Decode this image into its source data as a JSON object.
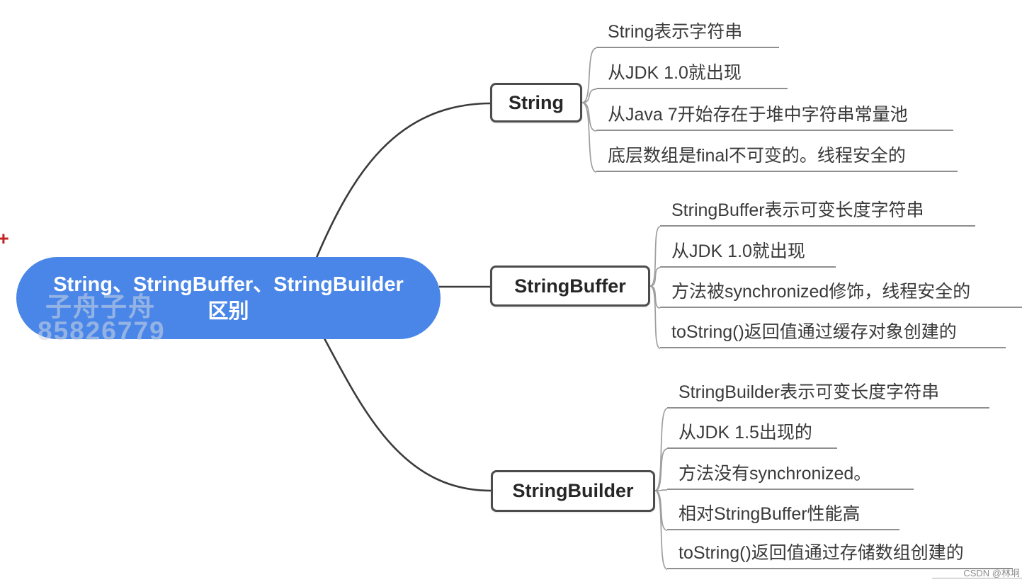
{
  "diagram": {
    "root": {
      "line1": "String、StringBuffer、StringBuilder",
      "line2": "区别"
    },
    "branches": [
      {
        "label": "String",
        "leaves": [
          "String表示字符串",
          "从JDK 1.0就出现",
          "从Java 7开始存在于堆中字符串常量池",
          "底层数组是final不可变的。线程安全的"
        ]
      },
      {
        "label": "StringBuffer",
        "leaves": [
          "StringBuffer表示可变长度字符串",
          "从JDK 1.0就出现",
          "方法被synchronized修饰，线程安全的",
          "toString()返回值通过缓存对象创建的"
        ]
      },
      {
        "label": "StringBuilder",
        "leaves": [
          "StringBuilder表示可变长度字符串",
          "从JDK 1.5出现的",
          "方法没有synchronized。",
          "相对StringBuffer性能高",
          "toString()返回值通过存储数组创建的"
        ]
      }
    ],
    "watermarks": {
      "overlay_line1": "子舟子舟",
      "overlay_line2": "85826779",
      "corner": "CSDN @林坰"
    },
    "cursor_mark": "+",
    "colors": {
      "root_fill": "#4a86e8",
      "root_text": "#ffffff",
      "topic_border": "#4c4c4c",
      "connector_dark": "#3b3b3b",
      "connector_light": "#9e9e9e",
      "leaf_underline": "#8f8f8f",
      "leaf_text": "#3a3a3a",
      "cursor_red": "#c42424"
    }
  }
}
